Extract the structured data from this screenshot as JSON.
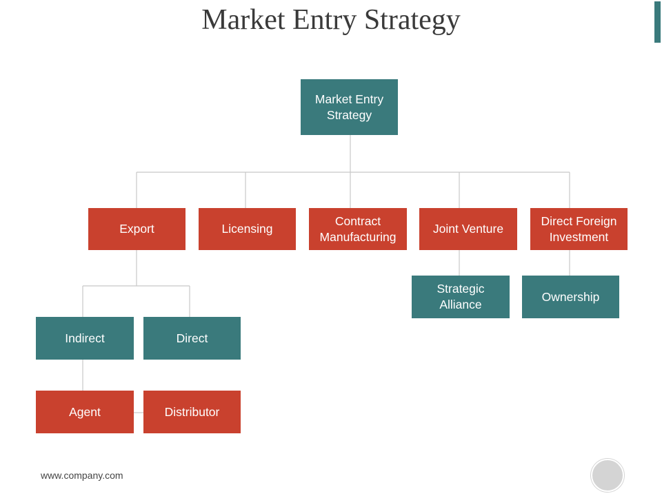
{
  "title": "Market Entry Strategy",
  "footer": "www.company.com",
  "colors": {
    "teal": "#3a7a7c",
    "red": "#c9412e",
    "connector": "#c8c8c8"
  },
  "nodes": {
    "root": "Market Entry\nStrategy",
    "export": "Export",
    "licensing": "Licensing",
    "contract": "Contract\nManufacturing",
    "joint": "Joint Venture",
    "fdi": "Direct Foreign\nInvestment",
    "indirect": "Indirect",
    "direct": "Direct",
    "agent": "Agent",
    "distributor": "Distributor",
    "alliance": "Strategic\nAlliance",
    "ownership": "Ownership"
  }
}
